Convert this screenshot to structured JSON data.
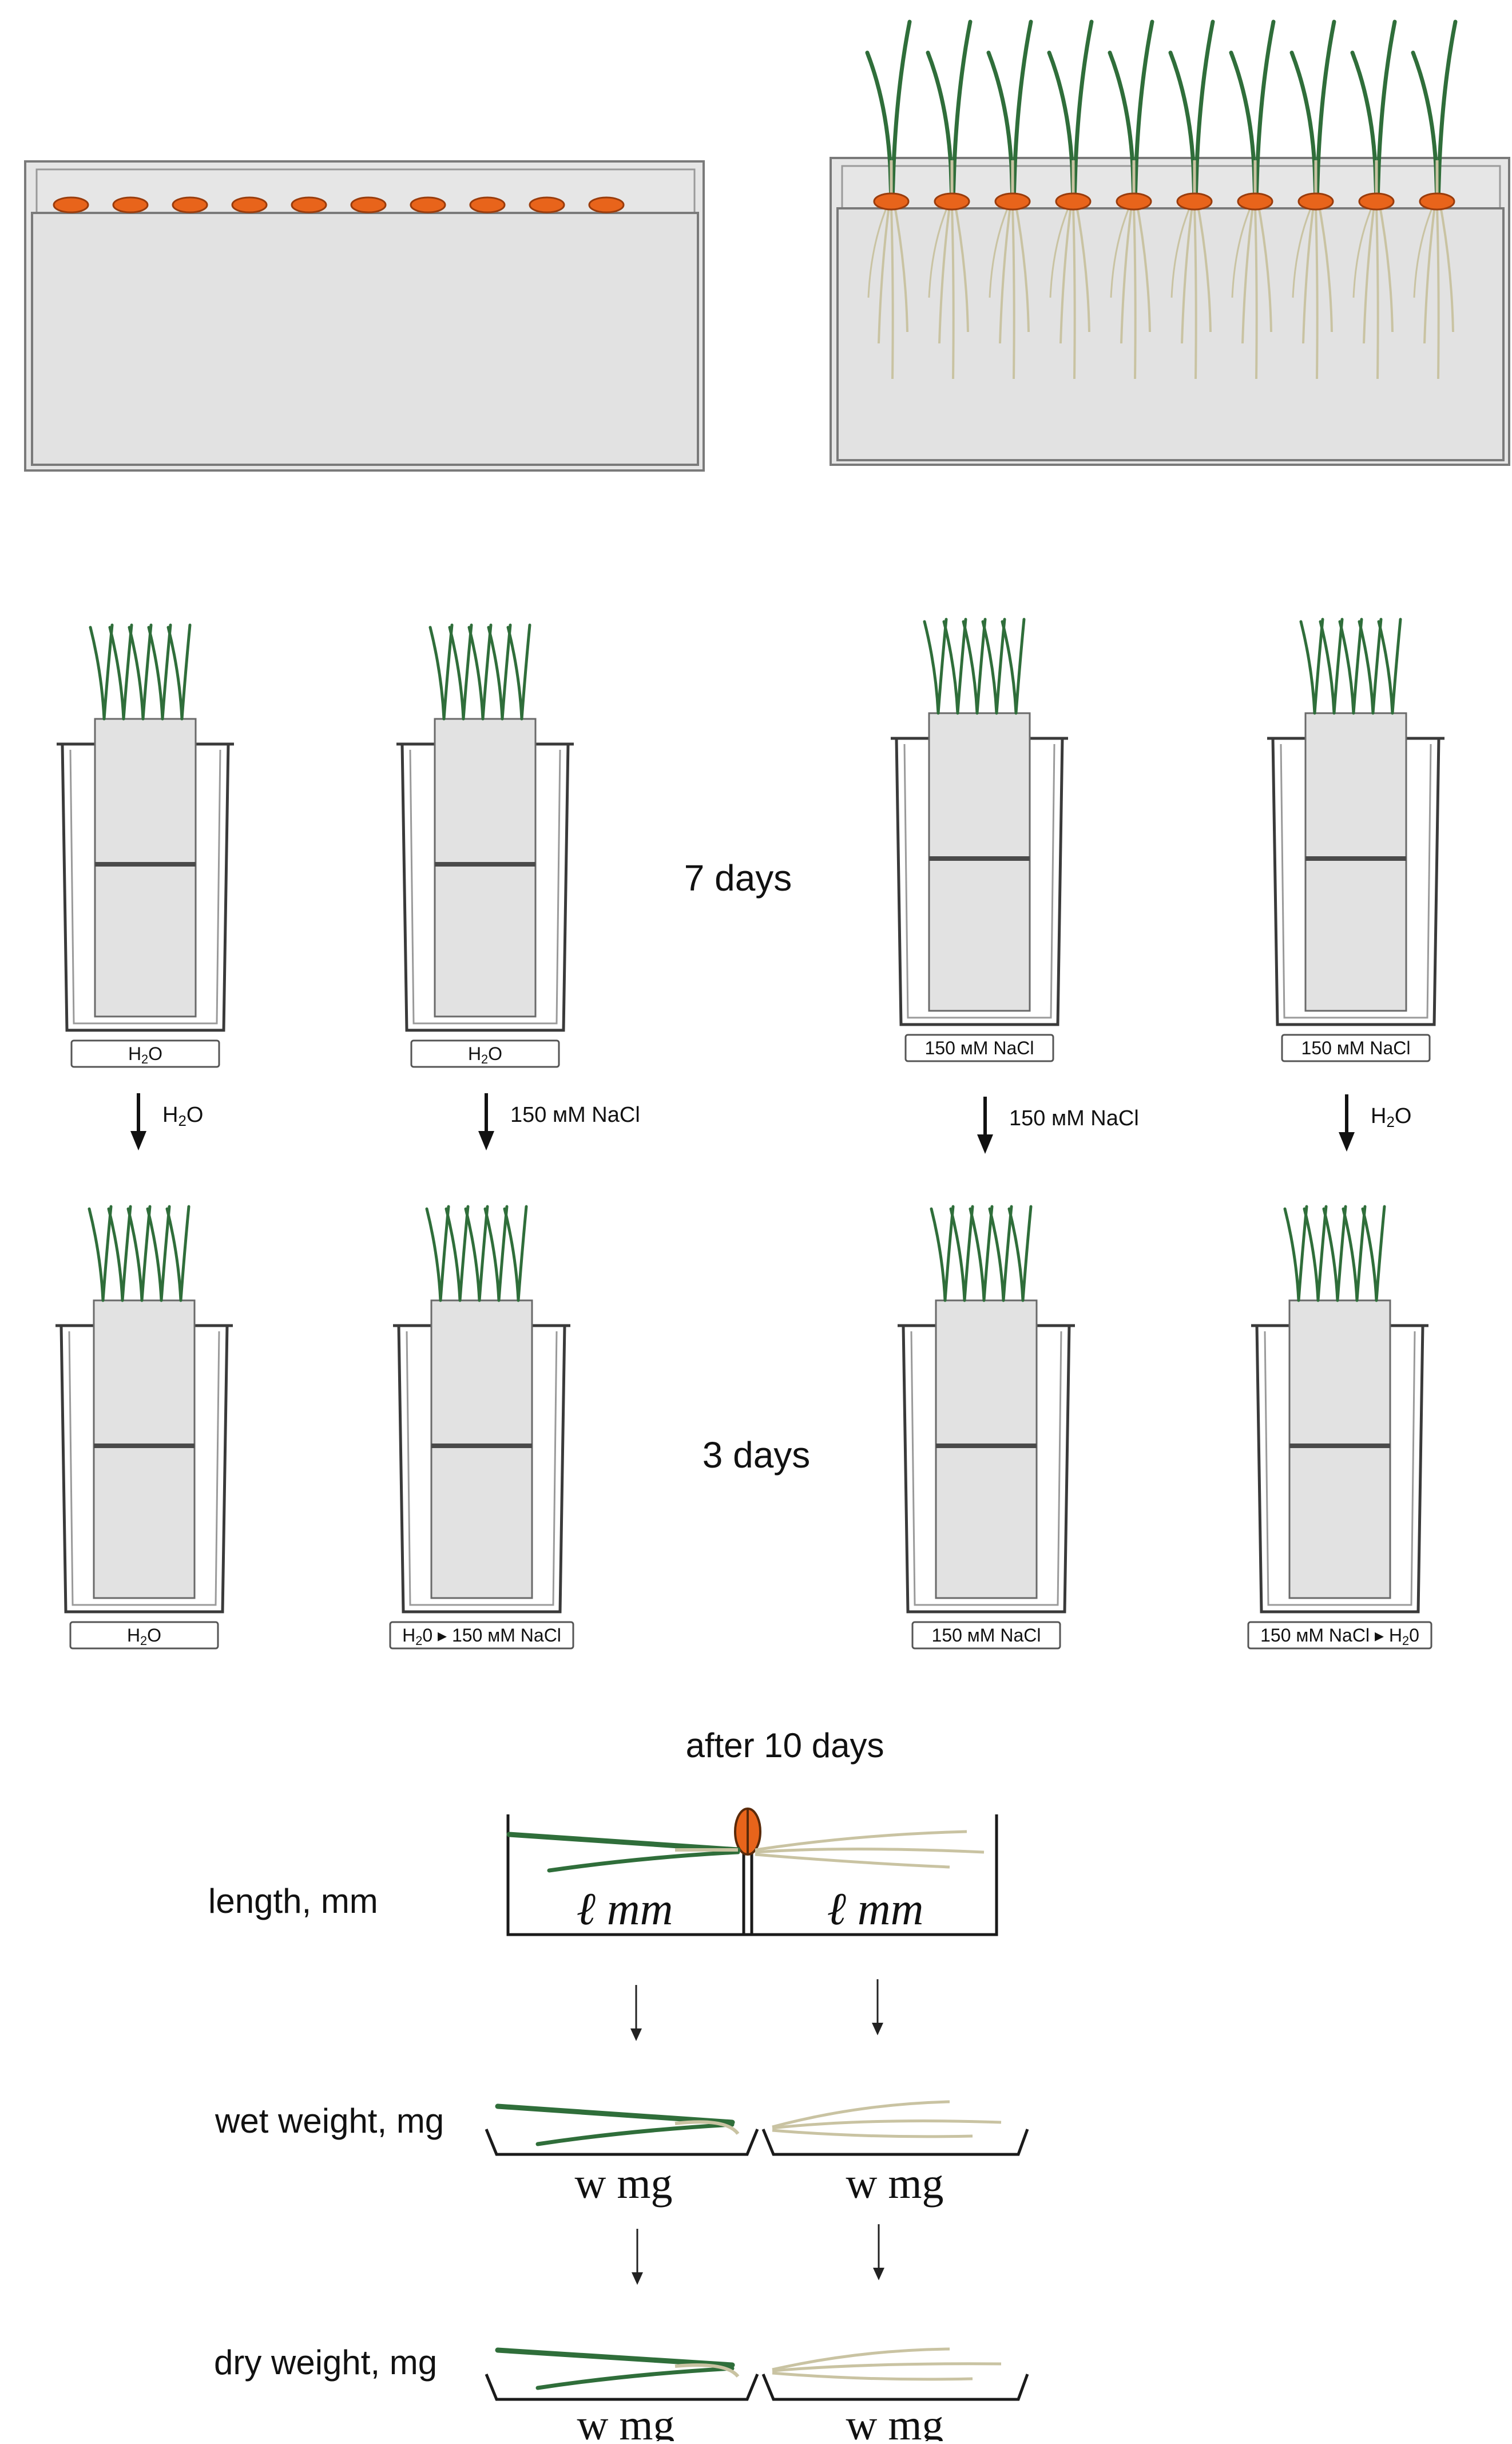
{
  "top_trays": {
    "seed_count": 10,
    "colors": {
      "seed": "#e8641b",
      "seed_edge": "#9a3c0c",
      "tray_fill": "#e4e4e4",
      "tray_edge": "#7a7a7a",
      "leaf": "#2f6e3a",
      "root": "#c9c3a2"
    }
  },
  "beakers": {
    "row1": [
      {
        "label_parts": [
          {
            "t": "H"
          },
          {
            "t": "2",
            "sub": true
          },
          {
            "t": "O"
          }
        ]
      },
      {
        "label_parts": [
          {
            "t": "H"
          },
          {
            "t": "2",
            "sub": true
          },
          {
            "t": "O"
          }
        ]
      },
      {
        "label_parts": [
          {
            "t": "150 мМ NaCl"
          }
        ]
      },
      {
        "label_parts": [
          {
            "t": "150 мМ NaCl"
          }
        ]
      }
    ],
    "arrows": [
      {
        "parts": [
          {
            "t": "H"
          },
          {
            "t": "2",
            "sub": true
          },
          {
            "t": "O"
          }
        ]
      },
      {
        "parts": [
          {
            "t": "150 мМ NaCl"
          }
        ]
      },
      {
        "parts": [
          {
            "t": "150 мМ NaCl"
          }
        ]
      },
      {
        "parts": [
          {
            "t": "H"
          },
          {
            "t": "2",
            "sub": true
          },
          {
            "t": "O"
          }
        ]
      }
    ],
    "row2": [
      {
        "label_parts": [
          {
            "t": "H"
          },
          {
            "t": "2",
            "sub": true
          },
          {
            "t": "O"
          }
        ]
      },
      {
        "label_parts": [
          {
            "t": "H"
          },
          {
            "t": "2",
            "sub": true
          },
          {
            "t": "0 ▸ 150 мМ NaCl"
          }
        ]
      },
      {
        "label_parts": [
          {
            "t": "150 мМ NaCl"
          }
        ]
      },
      {
        "label_parts": [
          {
            "t": "150 мМ NaCl ▸ H"
          },
          {
            "t": "2",
            "sub": true
          },
          {
            "t": "0"
          }
        ]
      }
    ],
    "period1": "7 days",
    "period2": "3 days"
  },
  "measurements": {
    "after_label": "after 10 days",
    "length_label": "length, mm",
    "length_unit_left": "ℓ mm",
    "length_unit_right": "ℓ mm",
    "wet_label": "wet weight, mg",
    "wet_unit_left": "w mg",
    "wet_unit_right": "w mg",
    "dry_label": "dry weight, mg",
    "dry_unit_left": "w mg",
    "dry_unit_right": "w mg"
  }
}
